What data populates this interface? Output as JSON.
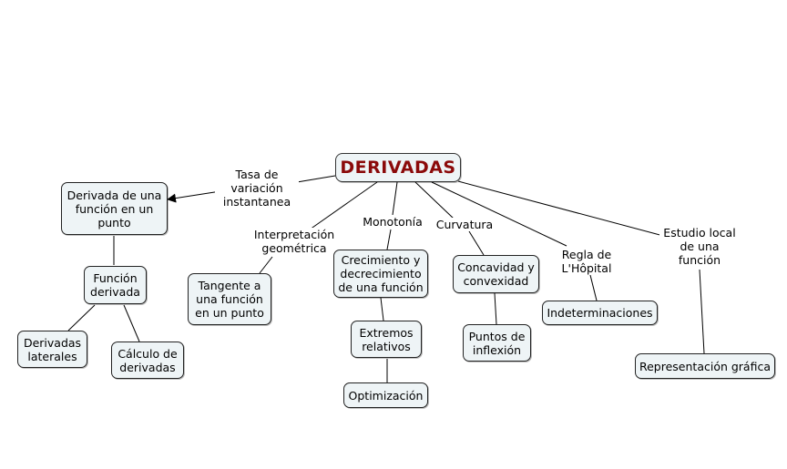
{
  "root": "DERIVADAS",
  "links": {
    "tasa": "Tasa de\nvariación\ninstantanea",
    "interpretacion": "Interpretación\ngeométrica",
    "monotonia": "Monotonía",
    "curvatura": "Curvatura",
    "regla": "Regla de\nL'Hôpital",
    "estudio": "Estudio local\nde una\nfunción"
  },
  "nodes": {
    "derivada_funcion": "Derivada de una\nfunción en un\npunto",
    "funcion_derivada": "Función\nderivada",
    "derivadas_laterales": "Derivadas\nlaterales",
    "calculo": "Cálculo de\nderivadas",
    "tangente": "Tangente a\nuna función\nen un punto",
    "crecimiento": "Crecimiento y\ndecrecimiento\nde una función",
    "extremos": "Extremos\nrelativos",
    "optimizacion": "Optimización",
    "concavidad": "Concavidad y\nconvexidad",
    "puntos_inflexion": "Puntos de\ninflexión",
    "indeterminaciones": "Indeterminaciones",
    "representacion": "Representación gráfica"
  }
}
